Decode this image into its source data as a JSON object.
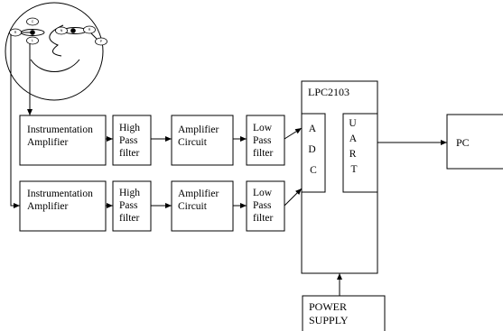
{
  "face": {
    "electrodes": [
      "R",
      "C",
      "L",
      "N",
      "R",
      "P"
    ]
  },
  "chains": [
    {
      "blocks": [
        {
          "lines": [
            "Instrumentation",
            "Amplifier"
          ]
        },
        {
          "lines": [
            "High",
            "Pass",
            "filter"
          ]
        },
        {
          "lines": [
            "Amplifier",
            "Circuit"
          ]
        },
        {
          "lines": [
            "Low",
            "Pass",
            "filter"
          ]
        }
      ]
    },
    {
      "blocks": [
        {
          "lines": [
            "Instrumentation",
            "Amplifier"
          ]
        },
        {
          "lines": [
            "High",
            "Pass",
            "filter"
          ]
        },
        {
          "lines": [
            "Amplifier",
            "Circuit"
          ]
        },
        {
          "lines": [
            "Low",
            "Pass",
            "filter"
          ]
        }
      ]
    }
  ],
  "mcu": {
    "label": "LPC2103",
    "adc": [
      "A",
      "D",
      "C"
    ],
    "uart": [
      "U",
      "A",
      "R",
      "T"
    ]
  },
  "pc": {
    "label": "PC"
  },
  "power": {
    "lines": [
      "POWER",
      "SUPPLY"
    ]
  }
}
